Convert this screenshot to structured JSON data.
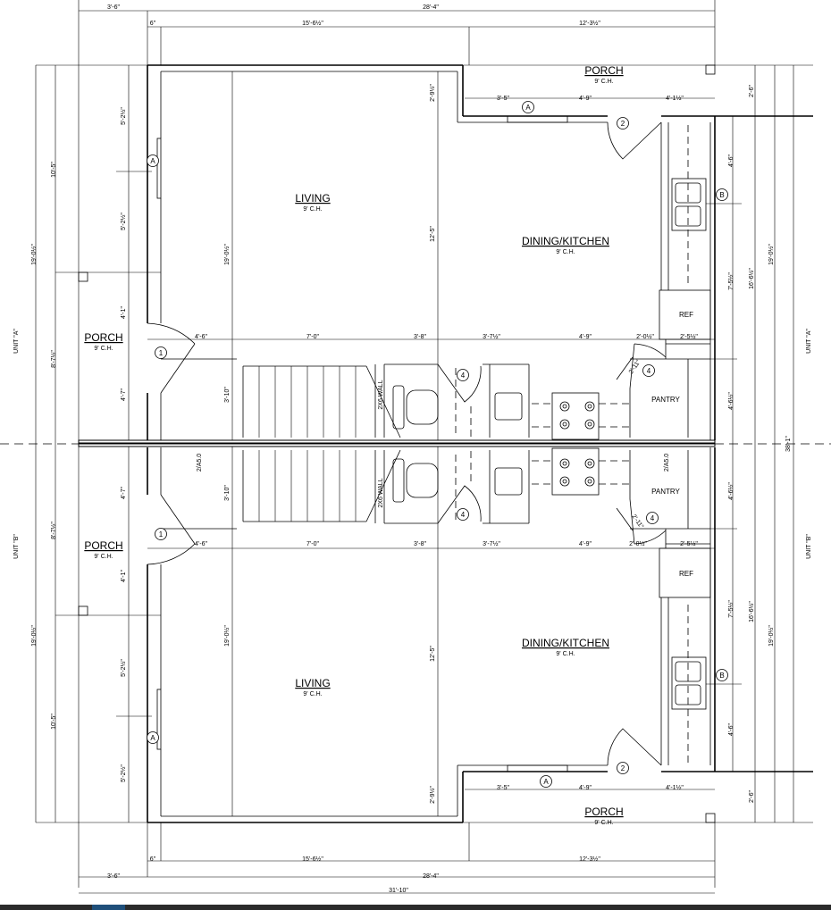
{
  "rooms": {
    "living": "LIVING",
    "dining_kitchen": "DINING/KITCHEN",
    "porch": "PORCH",
    "ceiling": "9' C.H.",
    "ref": "REF",
    "pantry": "PANTRY",
    "wall_note": "2X6 WALL",
    "section_ref": "2/A5.0"
  },
  "units": {
    "a": "UNIT \"A\"",
    "b": "UNIT \"B\""
  },
  "tags": {
    "window_a": "A",
    "window_b": "B",
    "door_1": "1",
    "door_2": "2",
    "door_4": "4"
  },
  "dims": {
    "overall_width": "31'-10\"",
    "left_offset": "3'-6\"",
    "main_width": "28'-4\"",
    "wall_6": "6\"",
    "living_width": "15'-6½\"",
    "kitchen_width": "12'-3½\"",
    "porch_3_5": "3'-5\"",
    "porch_4_9": "4'-9\"",
    "porch_4_1_5": "4'-1½\"",
    "hall_4_6": "4'-6\"",
    "hall_7_0": "7'-0\"",
    "hall_3_8": "3'-8\"",
    "hall_3_7_5": "3'-7½\"",
    "hall_4_9": "4'-9\"",
    "hall_2_0_5": "2'-0½\"",
    "hall_2_5_5": "2'-5½\"",
    "diag_2_11": "2'-11\"",
    "left_10_5": "10'-5\"",
    "left_19_0_5": "19'-0½\"",
    "left_8_7_5": "8'-7½\"",
    "win_5_2_5": "5'-2½\"",
    "door_4_1": "4'-1\"",
    "porch_4_7": "4'-7\"",
    "living_19_0_5": "19'-0½\"",
    "stair_3_10": "3'-10\"",
    "top_2_9_5": "2'-9½\"",
    "living_12_5": "12'-5\"",
    "right_2_6": "2'-6\"",
    "right_4_6": "4'-6\"",
    "right_7_5_5": "7'-5½\"",
    "right_16_6_5": "16'-6½\"",
    "right_19_0_5": "19'-0½\"",
    "pantry_4_6_5": "4'-6½\"",
    "total_depth": "38'-1\""
  }
}
